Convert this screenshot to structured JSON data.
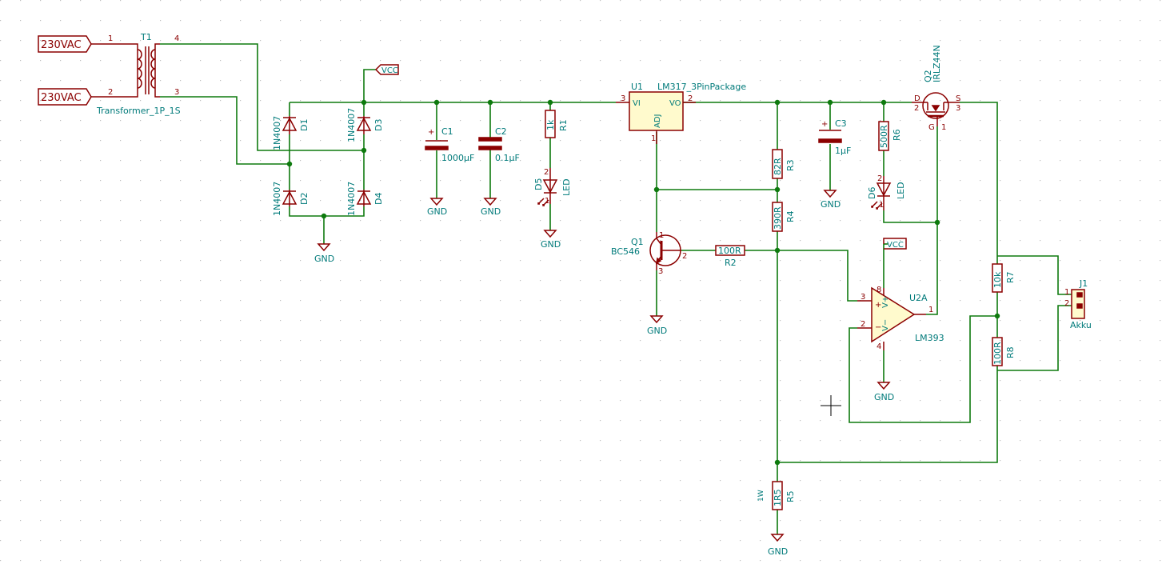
{
  "global_labels": {
    "ac1": "230VAC",
    "ac2": "230VAC",
    "vcc1": "VCC",
    "vcc2": "VCC"
  },
  "gnd": "GND",
  "T1": {
    "ref": "T1",
    "value": "Transformer_1P_1S",
    "pins": [
      "1",
      "2",
      "4",
      "3"
    ]
  },
  "D1": {
    "ref": "D1",
    "value": "1N4007"
  },
  "D2": {
    "ref": "D2",
    "value": "1N4007"
  },
  "D3": {
    "ref": "D3",
    "value": "1N4007"
  },
  "D4": {
    "ref": "D4",
    "value": "1N4007"
  },
  "C1": {
    "ref": "C1",
    "value": "1000µF",
    "plus": "+"
  },
  "C2": {
    "ref": "C2",
    "value": "0.1µF"
  },
  "C3": {
    "ref": "C3",
    "value": "1µF",
    "plus": "+"
  },
  "R1": {
    "ref": "R1",
    "value": "1k"
  },
  "D5": {
    "ref": "D5",
    "value": "LED",
    "pins": [
      "2",
      "1"
    ]
  },
  "U1": {
    "ref": "U1",
    "value": "LM317_3PinPackage",
    "pin_vi": "VI",
    "pin_vo": "VO",
    "pin_adj": "ADJ",
    "n_vi": "3",
    "n_vo": "2",
    "n_adj": "1"
  },
  "R3": {
    "ref": "R3",
    "value": "82R"
  },
  "R4": {
    "ref": "R4",
    "value": "390R"
  },
  "Q1": {
    "ref": "Q1",
    "value": "BC546",
    "pins": [
      "1",
      "2",
      "3"
    ]
  },
  "R2": {
    "ref": "R2",
    "value": "100R"
  },
  "R5": {
    "ref": "R5",
    "value": "1R5",
    "note": "1W"
  },
  "Q2": {
    "ref": "Q2",
    "value": "IRLZ44N",
    "pin_d": "D",
    "pin_s": "S",
    "pin_g": "G",
    "n_d": "2",
    "n_s": "3",
    "n_g": "1"
  },
  "R6": {
    "ref": "R6",
    "value": "500R"
  },
  "D6": {
    "ref": "D6",
    "value": "LED",
    "pins": [
      "2",
      "1"
    ]
  },
  "U2A": {
    "ref": "U2A",
    "value": "LM393",
    "pin_plus": "+",
    "pin_minus": "−",
    "pin_vplus": "V+",
    "pin_vminus": "V−",
    "n3": "3",
    "n2": "2",
    "n1": "1",
    "n8": "8",
    "n4": "4"
  },
  "R7": {
    "ref": "R7",
    "value": "10k"
  },
  "R8": {
    "ref": "R8",
    "value": "100R"
  },
  "J1": {
    "ref": "J1",
    "value": "Akku",
    "pins": [
      "1",
      "2"
    ]
  }
}
